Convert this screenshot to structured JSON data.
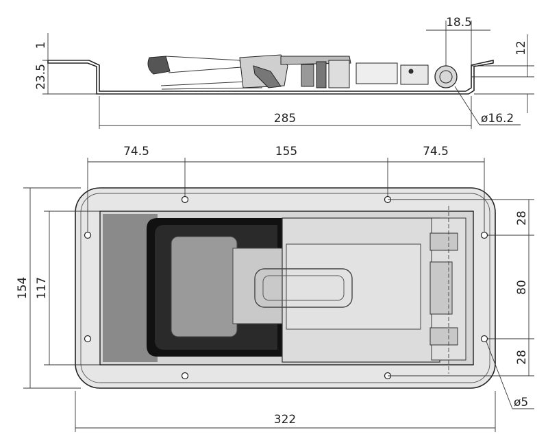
{
  "drawing": {
    "side_view": {
      "flange_thickness": "1",
      "body_depth": "23.5",
      "roller_offset": "18.5",
      "roller_height": "12",
      "overall_length": "285",
      "roller_diameter": "ø16.2"
    },
    "front_view": {
      "hole_spacing_left": "74.5",
      "hole_spacing_middle": "155",
      "hole_spacing_right": "74.5",
      "overall_height": "154",
      "cutout_height": "117",
      "right_spacing_top": "28",
      "right_spacing_middle": "80",
      "right_spacing_bottom": "28",
      "overall_width": "322",
      "hole_diameter": "ø5"
    }
  },
  "colors": {
    "line": "#222222",
    "plate_fill": "#dedede",
    "recess_fill": "#8a8a8a",
    "pocket_fill": "#111111"
  }
}
